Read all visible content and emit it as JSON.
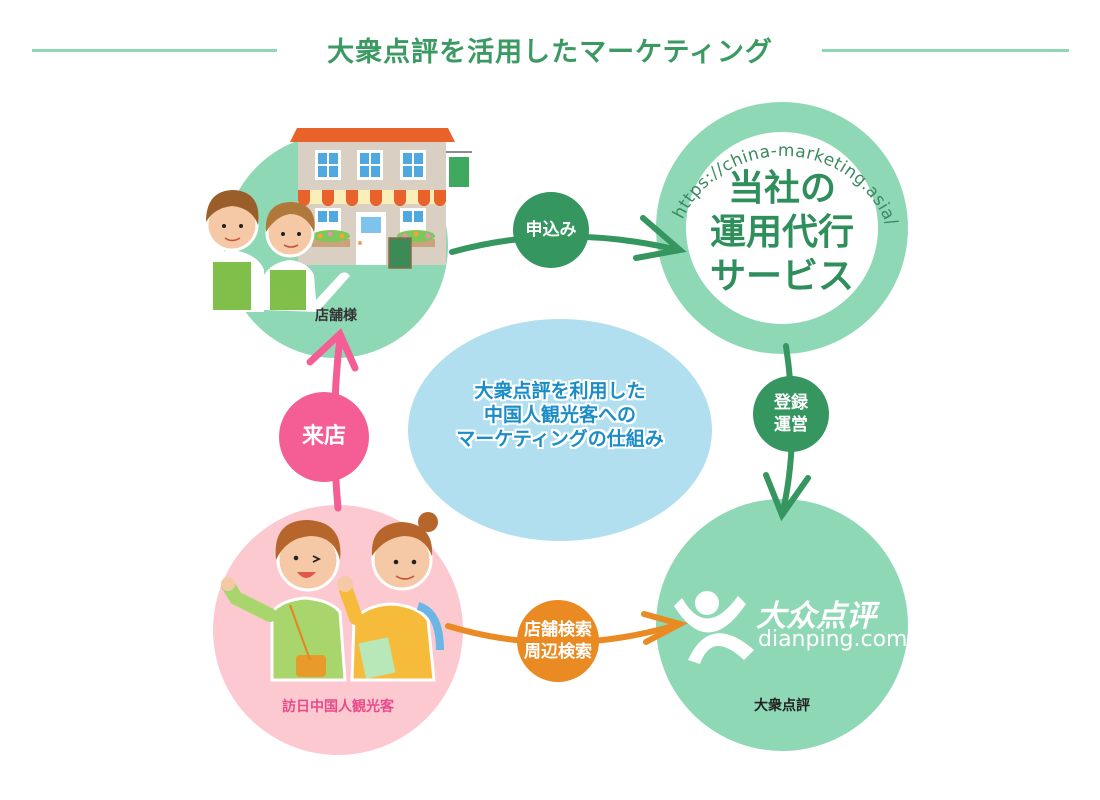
{
  "title": "大衆点評を活用したマーケティング",
  "colors": {
    "title_green": "#3a9a62",
    "title_line": "#8fd6b4",
    "node_green": "#8fd8b6",
    "badge_green": "#35965f",
    "pink_node": "#fcc9d0",
    "pink_badge": "#f45e94",
    "orange_badge": "#e98a22",
    "center_blue": "#b2dff0",
    "center_text": "#1a8cc6"
  },
  "center": {
    "lines": [
      "大衆点評を利用した",
      "中国人観光客への",
      "マーケティングの仕組み"
    ]
  },
  "nodes": {
    "store": {
      "caption": "店舗様"
    },
    "service": {
      "url": "https://china-marketing.asia/",
      "lines": [
        "当社の",
        "運用代行",
        "サービス"
      ]
    },
    "dianping": {
      "logo_cn": "大众点评",
      "logo_en": "dianping.com",
      "caption": "大衆点評"
    },
    "tourists": {
      "caption": "訪日中国人観光客"
    }
  },
  "arrows": {
    "apply": {
      "lines": [
        "申込み"
      ]
    },
    "register": {
      "lines": [
        "登録",
        "運営"
      ]
    },
    "search": {
      "lines": [
        "店舗検索",
        "周辺検索"
      ]
    },
    "visit": {
      "lines": [
        "来店"
      ]
    }
  }
}
